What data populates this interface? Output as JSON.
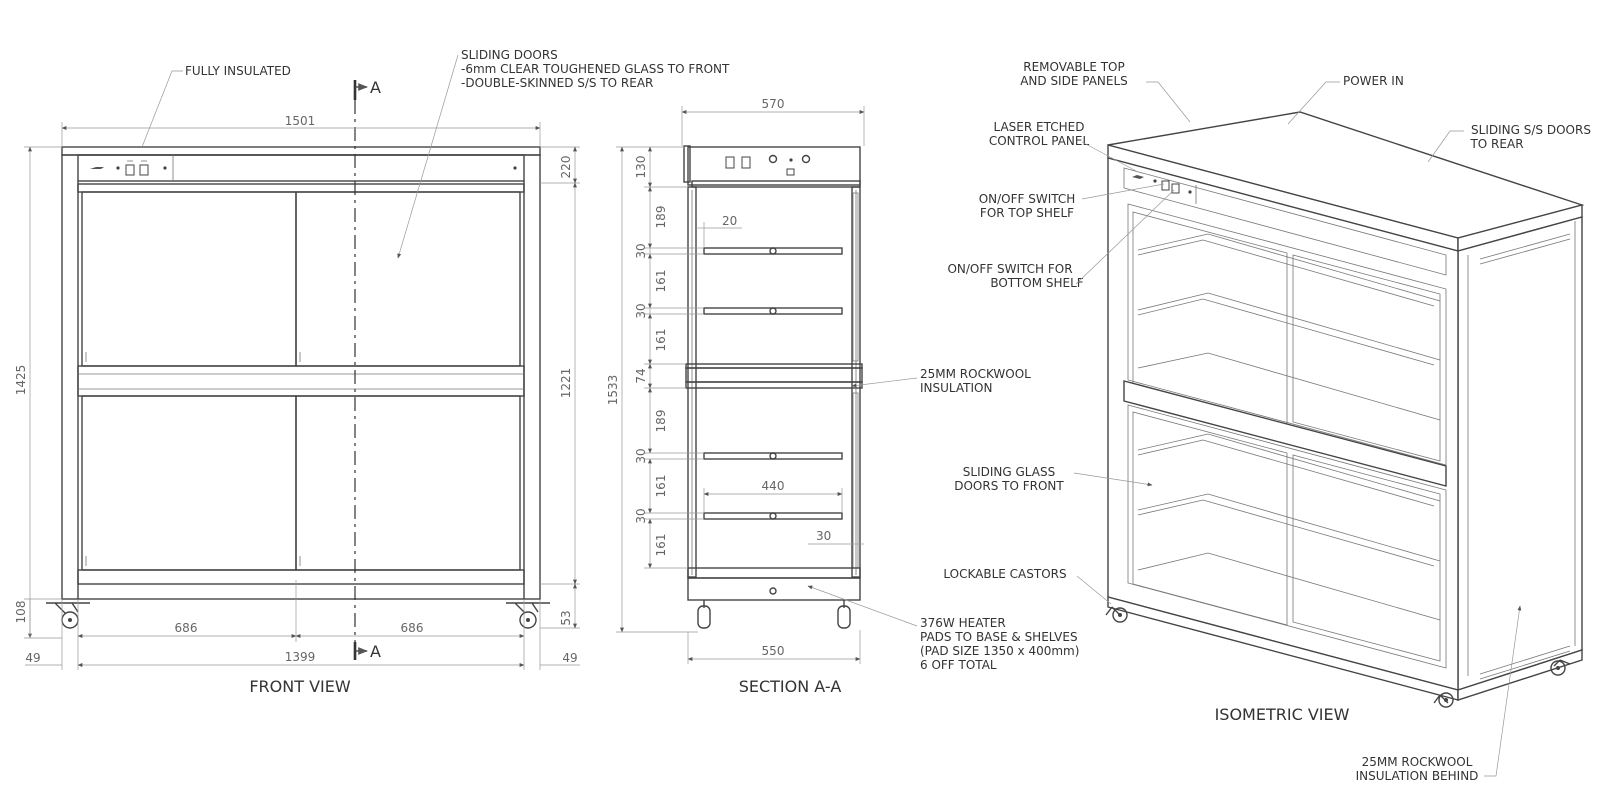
{
  "views": {
    "front": "FRONT VIEW",
    "section": "SECTION A-A",
    "isometric": "ISOMETRIC VIEW"
  },
  "section_marker": "A",
  "front_dims": {
    "overall_width": "1501",
    "height": "1425",
    "top_panel": "220",
    "inner_height": "1221",
    "base": "108",
    "castor": "53",
    "left_half": "686",
    "right_half": "686",
    "inner_width": "1399",
    "left_margin": "49",
    "right_margin": "49"
  },
  "section_dims": {
    "depth_top": "570",
    "depth_bottom": "550",
    "overall_height": "1533",
    "top_panel": "130",
    "shelf_gap_1": "189",
    "shelf_1": "30",
    "gap_2": "161",
    "shelf_2": "30",
    "gap_3": "161",
    "insulation": "74",
    "shelf_gap_4": "189",
    "shelf_3": "30",
    "gap_5": "161",
    "shelf_4": "30",
    "gap_6": "161",
    "inset": "20",
    "shelf_width": "440",
    "edge": "30"
  },
  "front_notes": {
    "insulated": "FULLY INSULATED",
    "doors_1": "SLIDING DOORS",
    "doors_2": "-6mm CLEAR TOUGHENED GLASS TO FRONT",
    "doors_3": "-DOUBLE-SKINNED S/S TO REAR"
  },
  "section_notes": {
    "rockwool_1": "25MM ROCKWOOL",
    "rockwool_2": "INSULATION",
    "heater_1": "376W HEATER",
    "heater_2": "PADS TO BASE & SHELVES",
    "heater_3": "(PAD SIZE 1350 x 400mm)",
    "heater_4": "6 OFF TOTAL"
  },
  "iso_notes": {
    "removable_1": "REMOVABLE TOP",
    "removable_2": "AND SIDE PANELS",
    "power": "POWER IN",
    "sliding_ss_1": "SLIDING S/S DOORS",
    "sliding_ss_2": "TO REAR",
    "laser_1": "LASER ETCHED",
    "laser_2": "CONTROL PANEL",
    "top_switch_1": "ON/OFF SWITCH",
    "top_switch_2": "FOR TOP SHELF",
    "bottom_switch_1": "ON/OFF SWITCH FOR",
    "bottom_switch_2": "BOTTOM SHELF",
    "glass_1": "SLIDING GLASS",
    "glass_2": "DOORS TO FRONT",
    "castors": "LOCKABLE CASTORS",
    "rockwool_behind_1": "25MM ROCKWOOL",
    "rockwool_behind_2": "INSULATION BEHIND"
  }
}
